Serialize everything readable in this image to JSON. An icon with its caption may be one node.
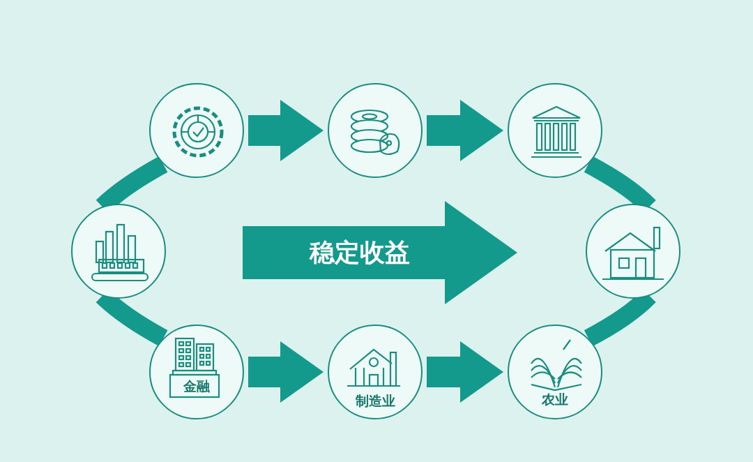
{
  "diagram": {
    "nodes": [
      {
        "text": [],
        "shape": "circle"
      },
      {
        "text": [],
        "shape": "circle"
      },
      {
        "text": [],
        "shape": "circle"
      },
      {
        "text": [],
        "shape": "circle"
      },
      {
        "text": [
          "稳定收益"
        ]
      },
      {
        "text": [],
        "shape": "circle"
      },
      {
        "text": [
          "金融"
        ]
      },
      {
        "text": [
          "制造业"
        ]
      },
      {
        "text": [
          "农业"
        ]
      }
    ],
    "edges": [
      {
        "from": 0,
        "to": 1,
        "arrow": "to"
      },
      {
        "from": 1,
        "to": 2,
        "arrow": "to"
      },
      {
        "from": 6,
        "to": 7,
        "arrow": "to"
      },
      {
        "from": 7,
        "to": 8,
        "arrow": "to"
      },
      {
        "from": 0,
        "to": 3,
        "arrow": "none"
      },
      {
        "from": 3,
        "to": 6,
        "arrow": "none"
      },
      {
        "from": 2,
        "to": 5,
        "arrow": "none"
      },
      {
        "from": 5,
        "to": 8,
        "arrow": "none"
      }
    ]
  }
}
